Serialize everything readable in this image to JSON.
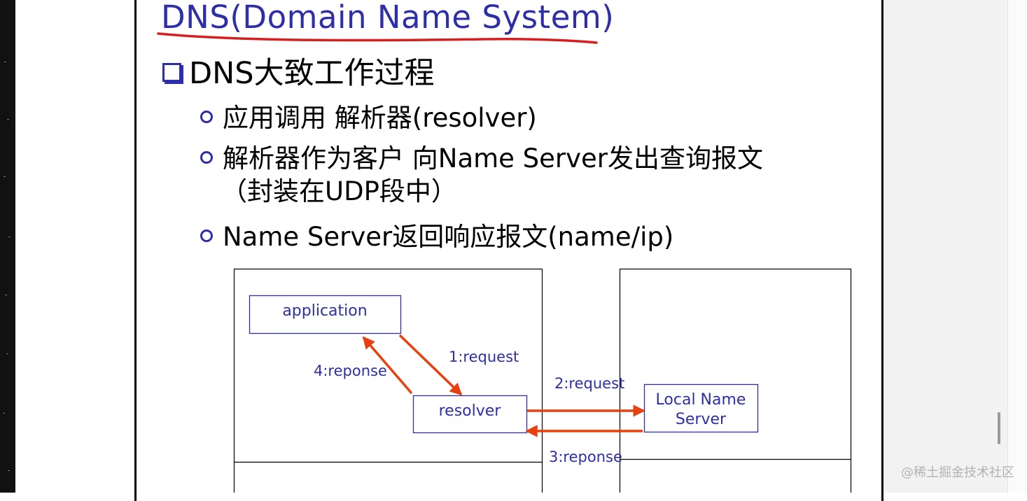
{
  "slide": {
    "title": "DNS(Domain Name System)",
    "heading": "DNS大致工作过程",
    "bullets": [
      "应用调用 解析器(resolver)",
      "解析器作为客户 向Name Server发出查询报文",
      "Name Server返回响应报文(name/ip)"
    ],
    "bullet2_continuation": "（封装在UDP段中）"
  },
  "diagram": {
    "application_label": "application",
    "resolver_label": "resolver",
    "local_ns_label_line1": "Local Name",
    "local_ns_label_line2": "Server",
    "arrows": {
      "step1": "1:request",
      "step2": "2:request",
      "step3": "3:reponse",
      "step4": "4:reponse"
    }
  },
  "watermark": "@稀土掘金技术社区",
  "colors": {
    "title": "#2e2ea8",
    "underline": "#d42020",
    "arrow": "#e8400e",
    "box_border": "#2e2ea8",
    "label": "#2e2ea8"
  }
}
